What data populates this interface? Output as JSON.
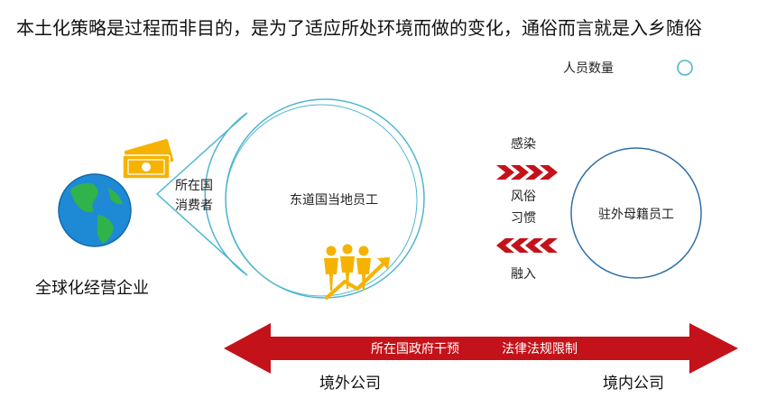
{
  "title": "本土化策略是过程而非目的，是为了适应所处环境而做的变化，通俗而言就是入乡随俗",
  "legend": {
    "label": "人员数量",
    "icon": "circle-outline-icon"
  },
  "left_entity": {
    "label": "全球化经营企业",
    "icons": [
      "globe-icon",
      "money-icon"
    ]
  },
  "consumer_label": {
    "line1": "所在国",
    "line2": "消费者"
  },
  "big_circle": {
    "label": "东道国当地员工",
    "icon": "people-growth-icon"
  },
  "small_circle": {
    "label": "驻外母籍员工"
  },
  "flows": {
    "top_label": "感染",
    "middle_label_1": "风俗",
    "middle_label_2": "习惯",
    "bottom_label": "融入",
    "right_arrows_icon": "chevrons-right-icon",
    "left_arrows_icon": "chevrons-left-icon"
  },
  "bottom_bar": {
    "label_1": "所在国政府干预",
    "label_2": "法律法规限制",
    "left_end": "境外公司",
    "right_end": "境内公司",
    "icon": "double-arrow-icon"
  },
  "colors": {
    "circle_stroke": "#4fb6d0",
    "small_circle_stroke": "#2f6fa7",
    "arrow_red": "#c4121a",
    "money_gold": "#f5b300",
    "people_gold": "#f5b300",
    "globe_blue": "#1e8ad6",
    "globe_green": "#2fb34a"
  }
}
